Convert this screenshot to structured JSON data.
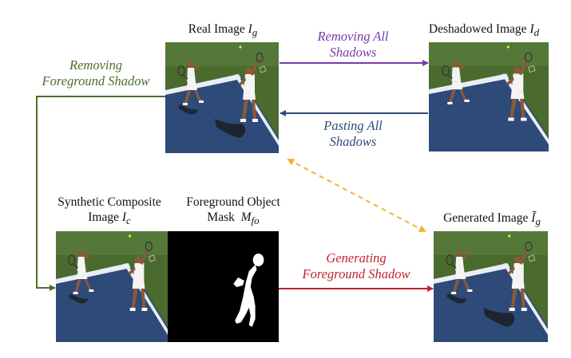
{
  "nodes": {
    "real": {
      "title": "Real Image",
      "symbol": "I",
      "sub": "g"
    },
    "deshadowed": {
      "title": "Deshadowed Image",
      "symbol": "I",
      "sub": "d"
    },
    "composite": {
      "title_line1": "Synthetic Composite",
      "title_line2": "Image",
      "symbol": "I",
      "sub": "c"
    },
    "mask": {
      "title_line1": "Foreground Object",
      "title_line2": "Mask",
      "symbol": "M",
      "sub": "fo"
    },
    "generated": {
      "title": "Generated Image",
      "symbol": "Ĩ",
      "sub": "g"
    }
  },
  "edges": {
    "removing_all": {
      "line1": "Removing All",
      "line2": "Shadows",
      "color": "#7a3aa8"
    },
    "pasting_all": {
      "line1": "Pasting All",
      "line2": "Shadows",
      "color": "#2f4a7a"
    },
    "removing_fg": {
      "line1": "Removing",
      "line2": "Foreground Shadow",
      "color": "#4d6e2e"
    },
    "generating_fg": {
      "line1": "Generating",
      "line2": "Foreground Shadow",
      "color": "#c0242b"
    },
    "compare": {
      "color": "#f0b52a"
    }
  }
}
